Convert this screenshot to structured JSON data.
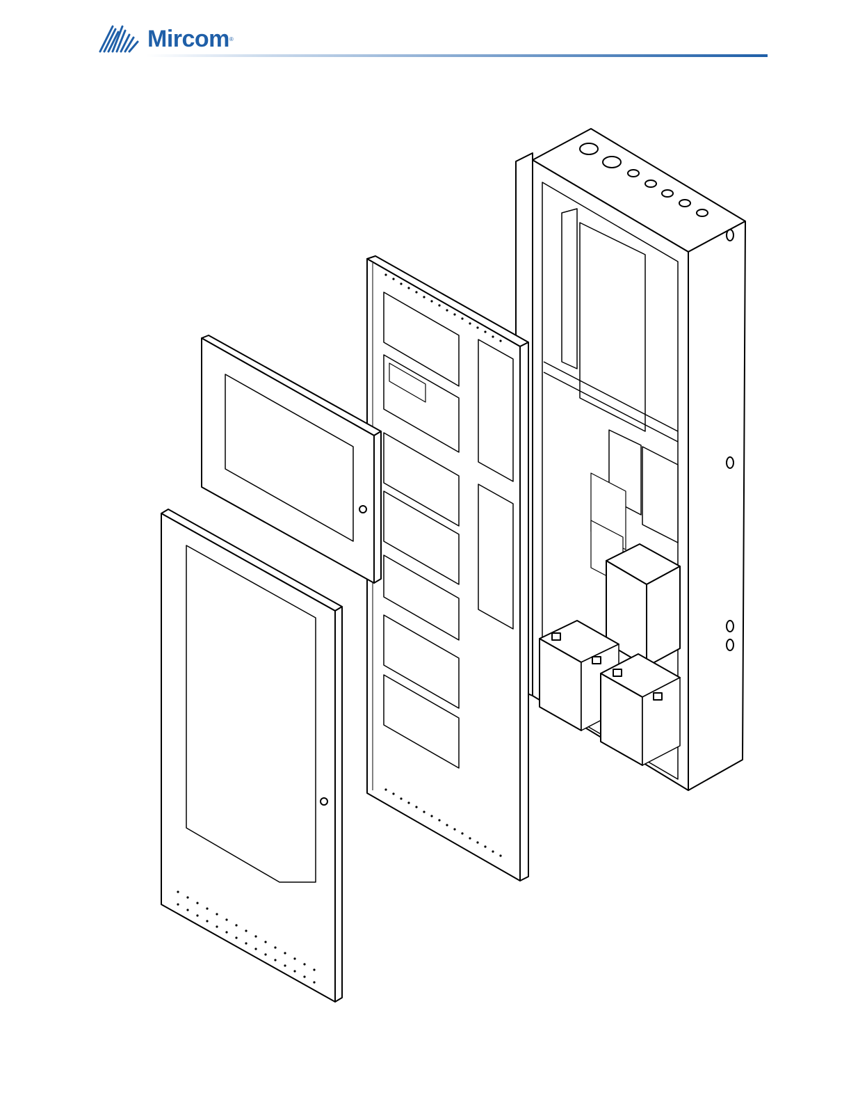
{
  "header": {
    "brand": "Mircom",
    "trademark": "®",
    "accent_color": "#1f5fa8"
  },
  "figure": {
    "type": "exploded isometric line drawing of fire alarm panel enclosure",
    "icon": "fire-alarm-panel-exploded-drawing"
  }
}
